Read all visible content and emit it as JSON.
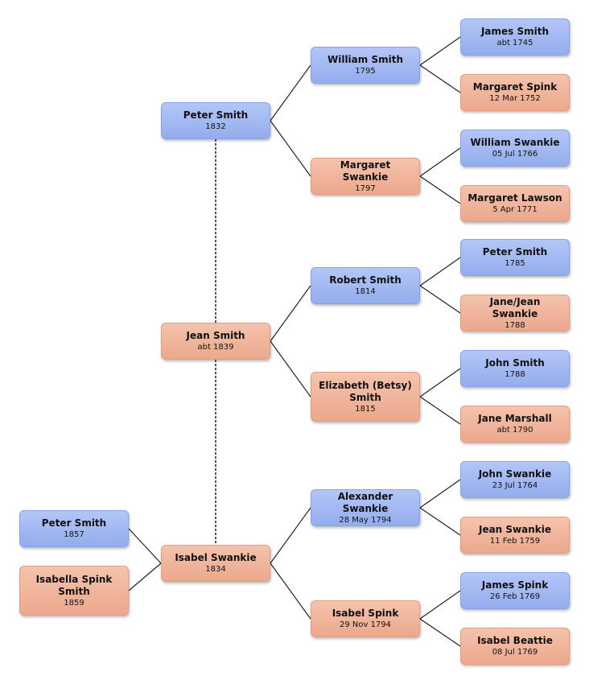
{
  "people": {
    "peter_smith_1857": {
      "name": "Peter Smith",
      "date": "1857",
      "sex": "male"
    },
    "isabella_spink_smith": {
      "name": "Isabella Spink Smith",
      "date": "1859",
      "sex": "female"
    },
    "peter_smith_1832": {
      "name": "Peter Smith",
      "date": "1832",
      "sex": "male"
    },
    "jean_smith": {
      "name": "Jean Smith",
      "date": "abt 1839",
      "sex": "female"
    },
    "isabel_swankie_1834": {
      "name": "Isabel Swankie",
      "date": "1834",
      "sex": "female"
    },
    "william_smith": {
      "name": "William Smith",
      "date": "1795",
      "sex": "male"
    },
    "margaret_swankie": {
      "name": "Margaret Swankie",
      "date": "1797",
      "sex": "female"
    },
    "robert_smith": {
      "name": "Robert Smith",
      "date": "1814",
      "sex": "male"
    },
    "elizabeth_smith": {
      "name": "Elizabeth (Betsy) Smith",
      "date": "1815",
      "sex": "female"
    },
    "alexander_swankie": {
      "name": "Alexander Swankie",
      "date": "28 May 1794",
      "sex": "male"
    },
    "isabel_spink_1794": {
      "name": "Isabel Spink",
      "date": "29 Nov 1794",
      "sex": "female"
    },
    "james_smith": {
      "name": "James Smith",
      "date": "abt 1745",
      "sex": "male"
    },
    "margaret_spink": {
      "name": "Margaret Spink",
      "date": "12 Mar 1752",
      "sex": "female"
    },
    "william_swankie": {
      "name": "William Swankie",
      "date": "05 Jul 1766",
      "sex": "male"
    },
    "margaret_lawson": {
      "name": "Margaret Lawson",
      "date": "5 Apr 1771",
      "sex": "female"
    },
    "peter_smith_1785": {
      "name": "Peter Smith",
      "date": "1785",
      "sex": "male"
    },
    "jane_jean_swankie": {
      "name": "Jane/Jean Swankie",
      "date": "1788",
      "sex": "female"
    },
    "john_smith": {
      "name": "John Smith",
      "date": "1788",
      "sex": "male"
    },
    "jane_marshall": {
      "name": "Jane Marshall",
      "date": "abt 1790",
      "sex": "female"
    },
    "john_swankie": {
      "name": "John Swankie",
      "date": "23 Jul 1764",
      "sex": "male"
    },
    "jean_swankie": {
      "name": "Jean Swankie",
      "date": "11 Feb 1759",
      "sex": "female"
    },
    "james_spink": {
      "name": "James Spink",
      "date": "26 Feb 1769",
      "sex": "male"
    },
    "isabel_beattie": {
      "name": "Isabel Beattie",
      "date": "08 Jul 1769",
      "sex": "female"
    }
  },
  "relationships": {
    "parent_links": [
      {
        "child": "peter_smith_1857",
        "parent": "isabel_swankie_1834"
      },
      {
        "child": "isabella_spink_smith",
        "parent": "isabel_swankie_1834"
      },
      {
        "child": "peter_smith_1832",
        "parent": "william_smith"
      },
      {
        "child": "peter_smith_1832",
        "parent": "margaret_swankie"
      },
      {
        "child": "jean_smith",
        "parent": "robert_smith"
      },
      {
        "child": "jean_smith",
        "parent": "elizabeth_smith"
      },
      {
        "child": "isabel_swankie_1834",
        "parent": "alexander_swankie"
      },
      {
        "child": "isabel_swankie_1834",
        "parent": "isabel_spink_1794"
      },
      {
        "child": "william_smith",
        "parent": "james_smith"
      },
      {
        "child": "william_smith",
        "parent": "margaret_spink"
      },
      {
        "child": "margaret_swankie",
        "parent": "william_swankie"
      },
      {
        "child": "margaret_swankie",
        "parent": "margaret_lawson"
      },
      {
        "child": "robert_smith",
        "parent": "peter_smith_1785"
      },
      {
        "child": "robert_smith",
        "parent": "jane_jean_swankie"
      },
      {
        "child": "elizabeth_smith",
        "parent": "john_smith"
      },
      {
        "child": "elizabeth_smith",
        "parent": "jane_marshall"
      },
      {
        "child": "alexander_swankie",
        "parent": "john_swankie"
      },
      {
        "child": "alexander_swankie",
        "parent": "jean_swankie"
      },
      {
        "child": "isabel_spink_1794",
        "parent": "james_spink"
      },
      {
        "child": "isabel_spink_1794",
        "parent": "isabel_beattie"
      }
    ],
    "dotted_links": [
      [
        "peter_smith_1832",
        "jean_smith"
      ],
      [
        "jean_smith",
        "isabel_swankie_1834"
      ]
    ]
  },
  "colors": {
    "male_fill": "#a5bcf3",
    "female_fill": "#f0b59c",
    "line": "#222222"
  }
}
